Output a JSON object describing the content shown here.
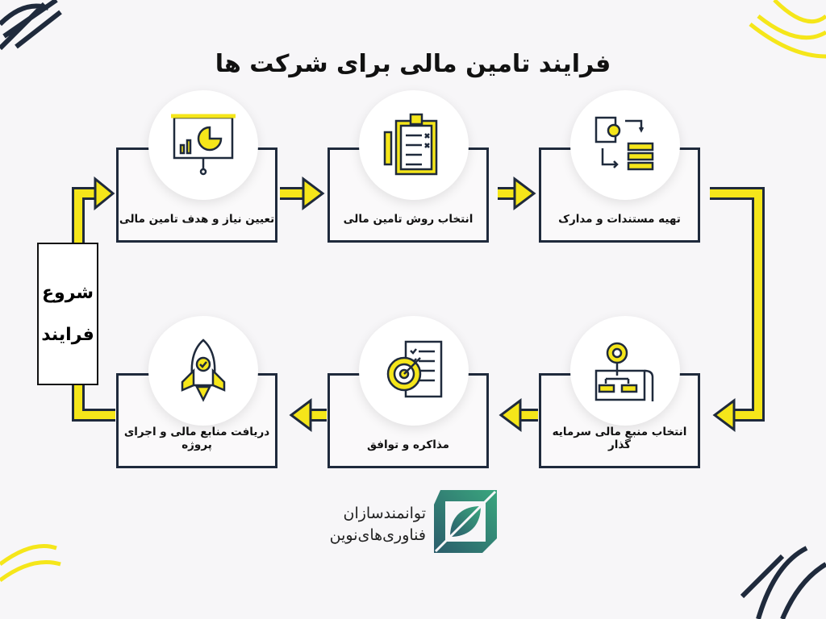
{
  "title": "فرایند تامین مالی برای شرکت ها",
  "start": {
    "line1": "شروع",
    "line2": "فرایند"
  },
  "steps": [
    {
      "label": "تعیین نیاز و هدف تامین مالی",
      "icon": "presentation-chart-icon"
    },
    {
      "label": "انتخاب روش تامین مالی",
      "icon": "clipboard-checklist-icon"
    },
    {
      "label": "تهیه مستندات و مدارک",
      "icon": "document-gear-flow-icon"
    },
    {
      "label": "انتخاب منبع مالی سرمایه گذار",
      "icon": "gear-blueprint-icon"
    },
    {
      "label": "مذاکره و توافق",
      "icon": "target-checklist-icon"
    },
    {
      "label": "دریافت منابع مالی و اجرای پروژه",
      "icon": "rocket-icon"
    }
  ],
  "logo": {
    "line1": "توانمندسازان",
    "line2": "فناوری‌های‌نوین"
  },
  "colors": {
    "yellow": "#f5e61a",
    "navy": "#1f2a3c",
    "teal": "#2f8f78"
  }
}
